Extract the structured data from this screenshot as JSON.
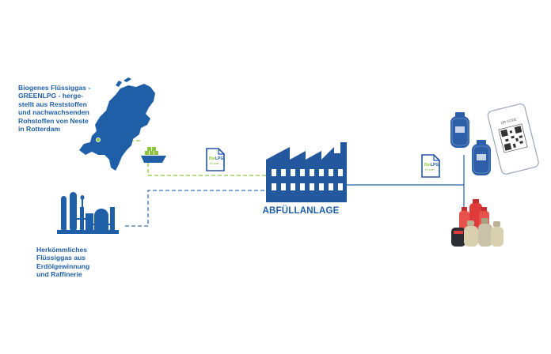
{
  "colors": {
    "primary_blue": "#1f5fa8",
    "dark_blue": "#23579e",
    "green_dash": "#8cc63f",
    "gray_cylinder": "#c9c2a8",
    "red_cylinder": "#e03a3a"
  },
  "sources": {
    "biogenic": {
      "lines": [
        "Biogenes Flüssiggas -",
        "GREENLPG - herge-",
        "stellt aus Reststoffen",
        "und nachwachsenden",
        "Rohstoffen von Neste",
        "in Rotterdam"
      ],
      "icon": "netherlands-map-icon",
      "transport_icon": "ship-icon"
    },
    "fossil": {
      "lines": [
        "Herkömmliches",
        "Flüssiggas aus",
        "Erdölgewinnung",
        "und Raffinerie"
      ],
      "icon": "refinery-icon"
    }
  },
  "certificate": {
    "brand_bio": "Bio",
    "brand_lpg": "LPG",
    "brand_sub": "Propan"
  },
  "plant": {
    "label": "ABFÜLLANLAGE",
    "icon": "factory-icon"
  },
  "phone": {
    "qr_label": "QR CODE",
    "icon": "qr-code-icon"
  },
  "outputs": {
    "blue_cylinders_icon": "blue-gas-cylinder-icon",
    "mixed_cylinders_icon": "gas-cylinders-group-icon"
  }
}
